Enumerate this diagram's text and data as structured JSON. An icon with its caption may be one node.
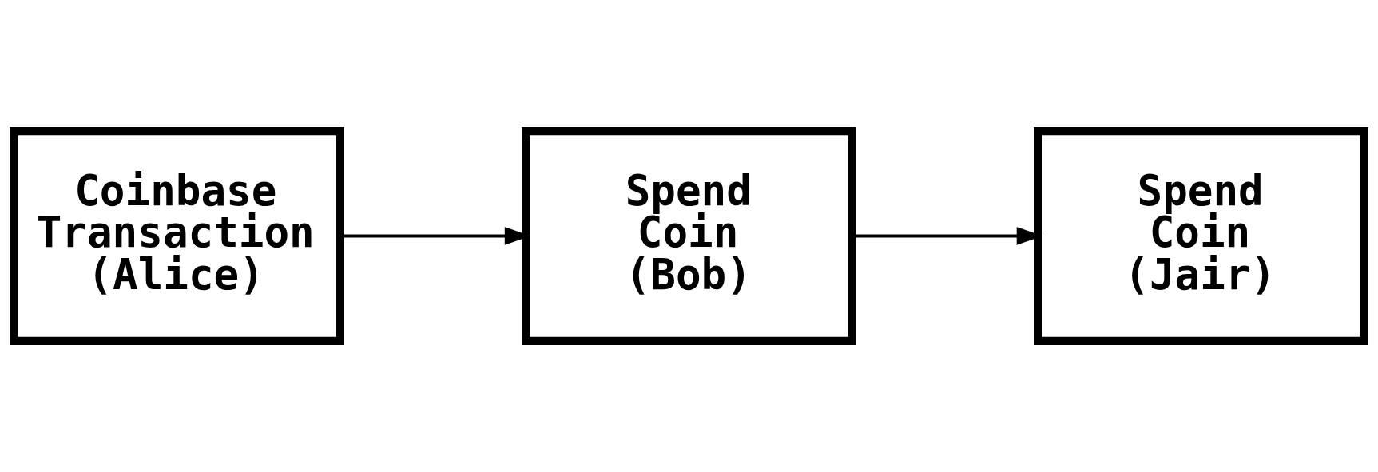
{
  "diagram": {
    "nodes": [
      {
        "text": [
          "Coinbase Transaction (Alice)"
        ]
      },
      {
        "text": [
          "Spend Coin (Bob)"
        ]
      },
      {
        "text": [
          "Spend Coin (Jair)"
        ]
      }
    ],
    "edges": [
      {
        "from": 0,
        "to": 1,
        "arrow": "to"
      },
      {
        "from": 1,
        "to": 2,
        "arrow": "to"
      }
    ]
  }
}
